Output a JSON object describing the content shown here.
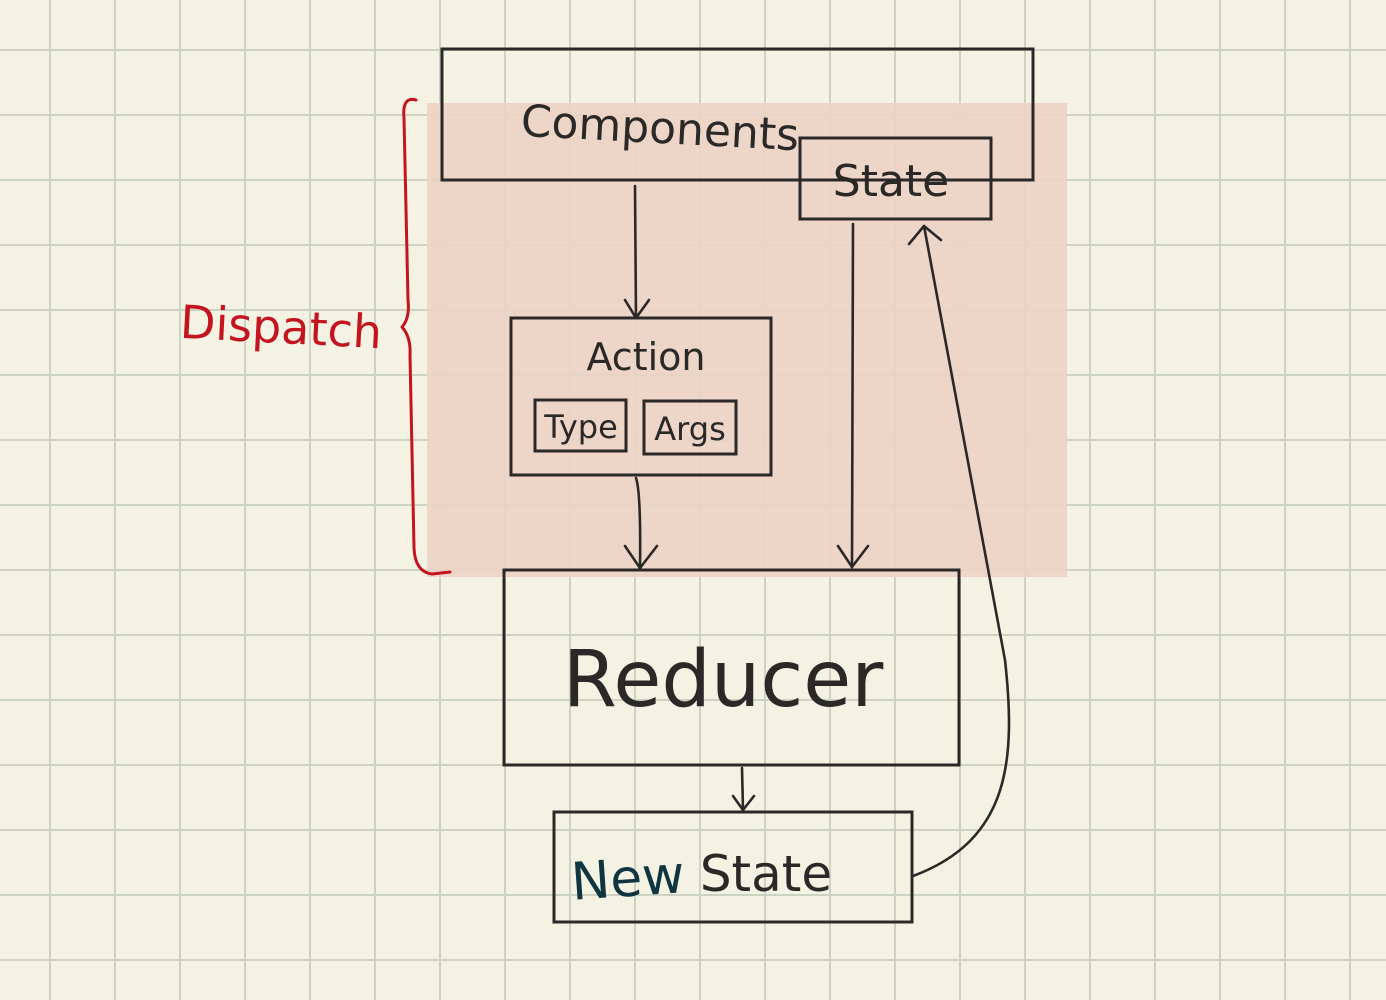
{
  "diagram": {
    "components_label": "Components",
    "state_label": "State",
    "action_label": "Action",
    "type_label": "Type",
    "args_label": "Args",
    "reducer_label": "Reducer",
    "new_word": "New",
    "new_state_word": "State",
    "dispatch_label": "Dispatch"
  },
  "colors": {
    "background": "#f4f3e3",
    "grid": "#cdd3c3",
    "ink": "#2b2828",
    "dispatch_region": "#ecd3c5",
    "dispatch_red": "#c41420",
    "new_word_ink": "#0f3540"
  }
}
